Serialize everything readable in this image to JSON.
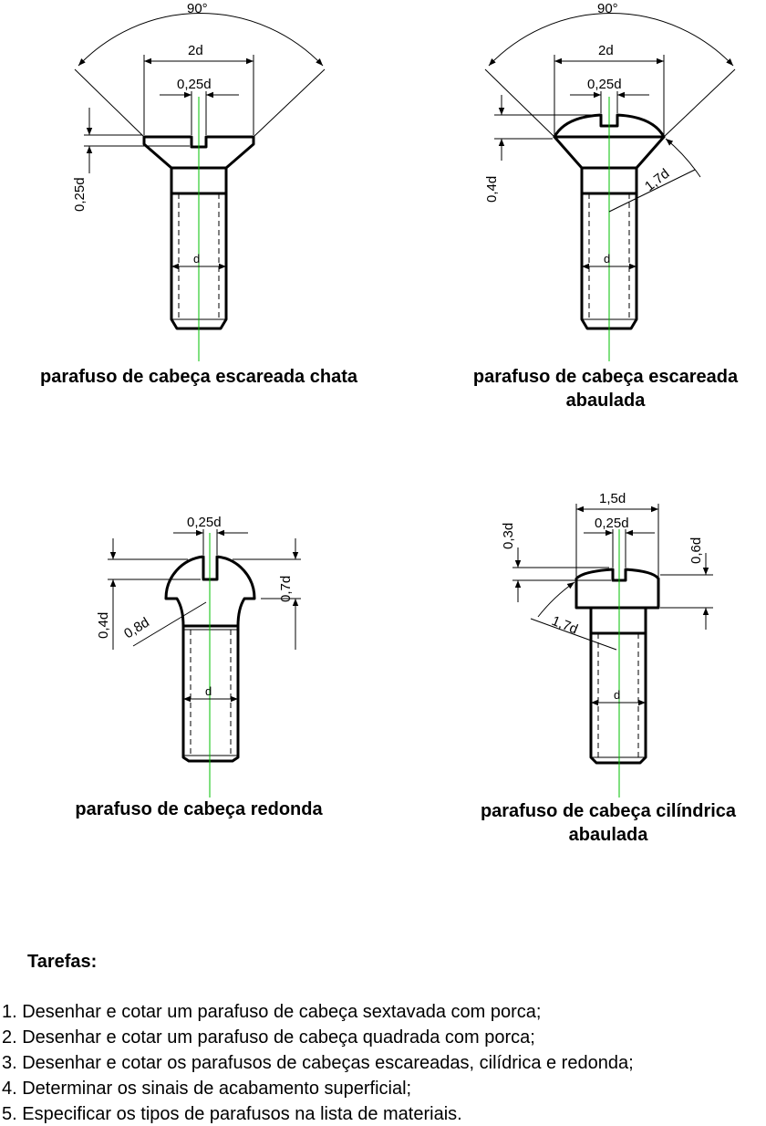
{
  "figures": {
    "fig1": {
      "caption": "parafuso de cabeça escareada chata",
      "dim_angle": "90°",
      "dim_head_width": "2d",
      "dim_slot": "0,25d",
      "dim_head_height": "0,25d",
      "dim_diameter": "d"
    },
    "fig2": {
      "caption_line1": "parafuso de cabeça escareada",
      "caption_line2": "abaulada",
      "dim_angle": "90°",
      "dim_head_width": "2d",
      "dim_slot": "0,25d",
      "dim_head_height": "0,4d",
      "dim_radius": "1,7d",
      "dim_diameter": "d"
    },
    "fig3": {
      "caption": "parafuso de cabeça redonda",
      "dim_slot": "0,25d",
      "dim_head_height": "0,7d",
      "dim_slot_depth": "0,4d",
      "dim_radius": "0,8d",
      "dim_diameter": "d"
    },
    "fig4": {
      "caption_line1": "parafuso de cabeça cilíndrica",
      "caption_line2": "abaulada",
      "dim_head_width": "1,5d",
      "dim_slot": "0,25d",
      "dim_slot_depth": "0,3d",
      "dim_head_height": "0,6d",
      "dim_radius": "1,7d",
      "dim_diameter": "d"
    }
  },
  "tasks": {
    "title": "Tarefas:",
    "items": [
      "1. Desenhar e cotar um parafuso de cabeça sextavada com porca;",
      "2. Desenhar e cotar um parafuso de cabeça quadrada com porca;",
      "3. Desenhar e cotar os parafusos de cabeças escareadas, cilídrica e redonda;",
      "4. Determinar os sinais de acabamento superficial;",
      "5. Especificar os tipos de parafusos na lista de materiais."
    ]
  }
}
